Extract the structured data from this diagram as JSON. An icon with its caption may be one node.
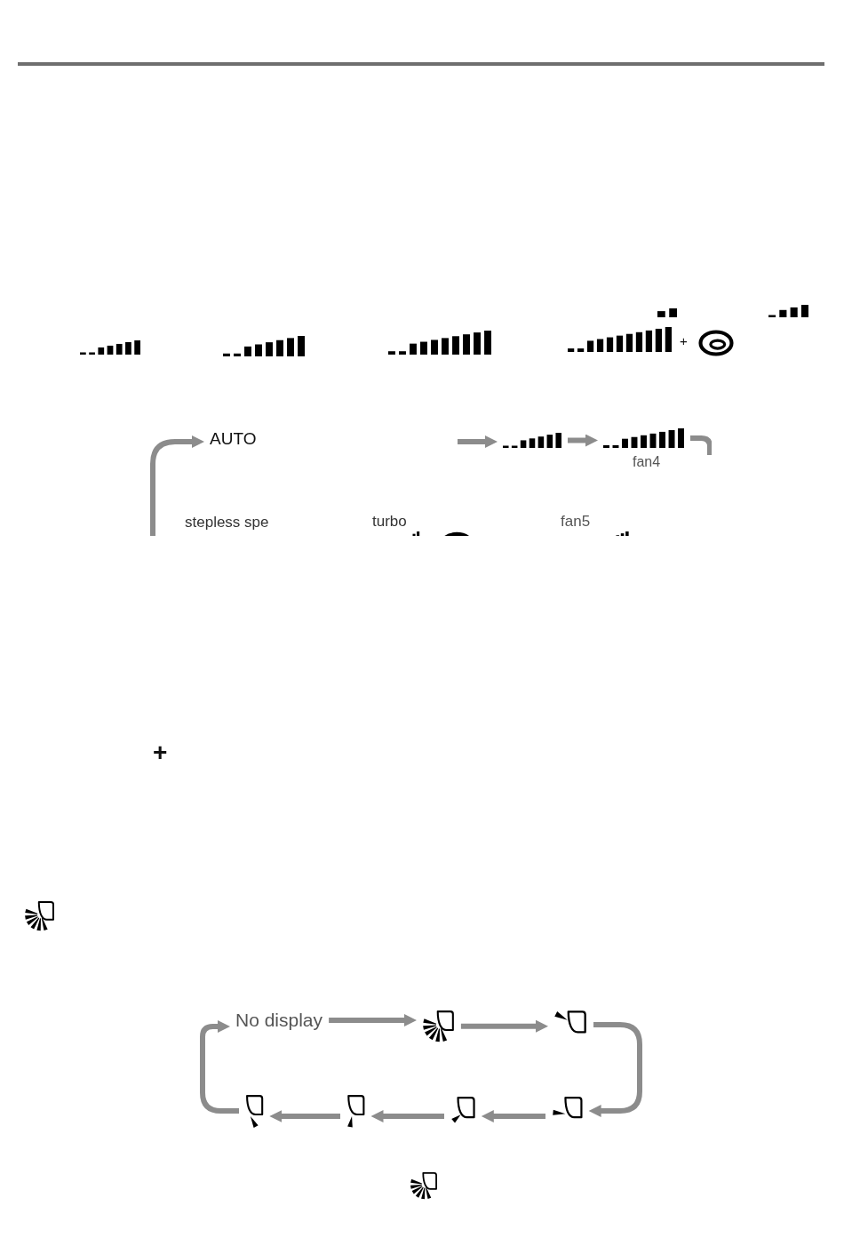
{
  "diagram": {
    "nodes": [
      {
        "text": [
          "AUTO"
        ]
      },
      {
        "text": [],
        "shape": "picture"
      },
      {
        "text": [],
        "shape": "picture",
        "beside": [
          "fan4"
        ]
      },
      {
        "text": [
          "stepless spe"
        ]
      },
      {
        "text": [],
        "shape": "picture",
        "beside": [
          "turbo"
        ]
      },
      {
        "text": [],
        "shape": "picture",
        "beside": [
          "fan5"
        ]
      },
      {
        "text": [
          "No display"
        ]
      },
      {
        "text": [],
        "shape": "picture"
      },
      {
        "text": [],
        "shape": "picture"
      },
      {
        "text": [],
        "shape": "picture"
      },
      {
        "text": [],
        "shape": "picture"
      },
      {
        "text": [],
        "shape": "picture"
      },
      {
        "text": [],
        "shape": "picture"
      }
    ],
    "edges": [
      {
        "from": null,
        "to": 0,
        "arrow": "to"
      },
      {
        "from": null,
        "to": 1,
        "arrow": "to"
      },
      {
        "from": 1,
        "to": 2,
        "arrow": "to"
      },
      {
        "from": 2,
        "to": null,
        "arrow": "none"
      },
      {
        "from": 6,
        "to": 7,
        "arrow": "to"
      },
      {
        "from": 7,
        "to": 8,
        "arrow": "to"
      },
      {
        "from": 8,
        "to": 12,
        "arrow": "to"
      },
      {
        "from": 12,
        "to": 11,
        "arrow": "to"
      },
      {
        "from": 11,
        "to": 10,
        "arrow": "to"
      },
      {
        "from": 10,
        "to": 9,
        "arrow": "to"
      },
      {
        "from": 9,
        "to": 6,
        "arrow": "to"
      }
    ],
    "labels": [
      "+",
      "+"
    ]
  }
}
